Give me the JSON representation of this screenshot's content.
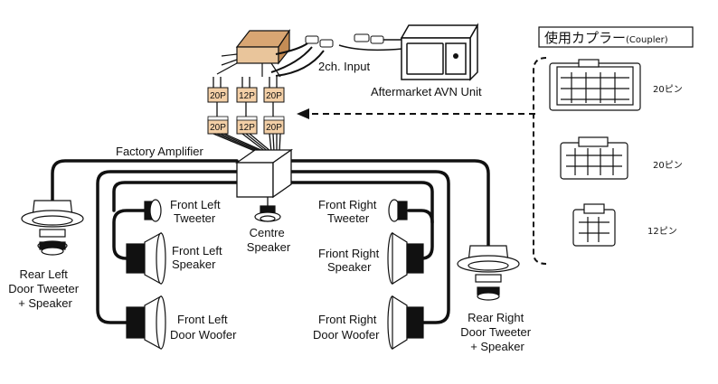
{
  "amplifier": {
    "connectors_top": [
      "20P",
      "12P",
      "20P"
    ],
    "connectors_bottom": [
      "20P",
      "12P",
      "20P"
    ],
    "label": "Factory Amplifier"
  },
  "input_label": "2ch. Input",
  "avn_unit_label": "Aftermarket AVN Unit",
  "coupler": {
    "title": "使用カプラー",
    "title_sub": "(Coupler)",
    "pins": [
      "20ピン",
      "20ピン",
      "12ピン"
    ]
  },
  "speakers": {
    "front_left_tweeter": [
      "Front Left",
      "Tweeter"
    ],
    "front_right_tweeter": [
      "Front Right",
      "Tweeter"
    ],
    "centre": [
      "Centre",
      "Speaker"
    ],
    "front_left_speaker": [
      "Front Left",
      "Speaker"
    ],
    "front_right_speaker": [
      "Friont Right",
      "Speaker"
    ],
    "rear_left": [
      "Rear Left",
      "Door Tweeter",
      "+ Speaker"
    ],
    "rear_right": [
      "Rear Right",
      "Door Tweeter",
      "+ Speaker"
    ],
    "front_left_woofer": [
      "Front Left",
      "Door Woofer"
    ],
    "front_right_woofer": [
      "Front Right",
      "Door Woofer"
    ]
  }
}
